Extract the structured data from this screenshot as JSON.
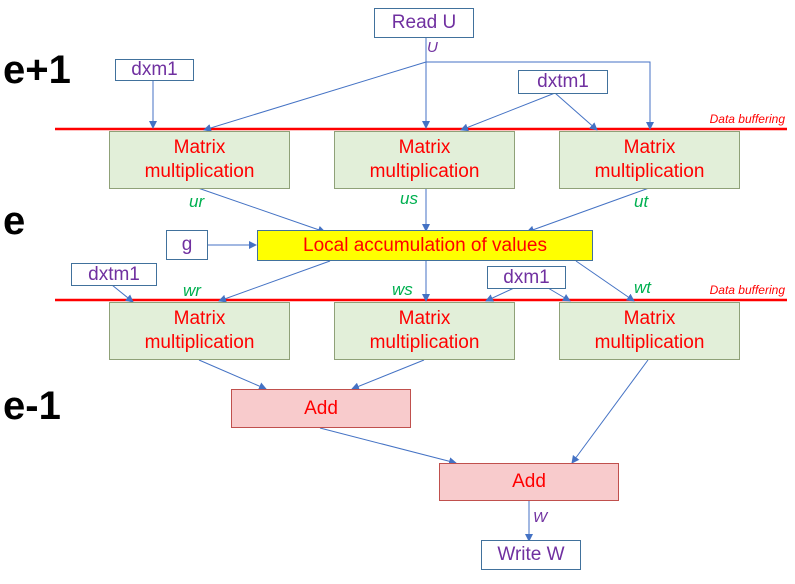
{
  "levels": {
    "top": "e+1",
    "mid": "e",
    "bottom": "e-1"
  },
  "buffer_label": "Data buffering",
  "io": {
    "read": "Read U",
    "write": "Write W"
  },
  "inputs": {
    "dxm1_top": "dxm1",
    "dxtm1_top": "dxtm1",
    "g": "g",
    "dxtm1_bottom": "dxtm1",
    "dxm1_bottom": "dxm1"
  },
  "matrix_label_line1": "Matrix",
  "matrix_label_line2": "multiplication",
  "accumulate": "Local accumulation of values",
  "add_label": "Add",
  "vars": {
    "U": "U",
    "ur": "ur",
    "us": "us",
    "ut": "ut",
    "wr": "wr",
    "ws": "ws",
    "wt": "wt",
    "W": "W"
  },
  "colors": {
    "buffer_line": "#ff0000",
    "arrow": "#4472c4",
    "matrix_fill": "#e2efd9",
    "add_fill": "#f8cbcc",
    "accumulate_fill": "#ffff00"
  }
}
